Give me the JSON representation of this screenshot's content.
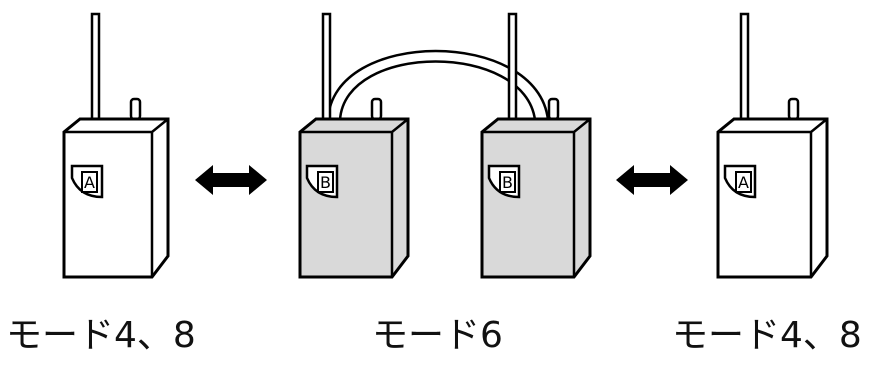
{
  "devices": [
    {
      "id": "device-left-a",
      "letter": "A",
      "color": "#ffffff"
    },
    {
      "id": "device-mid-b1",
      "letter": "B",
      "color": "#d9d9d9"
    },
    {
      "id": "device-mid-b2",
      "letter": "B",
      "color": "#d9d9d9"
    },
    {
      "id": "device-right-a",
      "letter": "A",
      "color": "#ffffff"
    }
  ],
  "labels": {
    "left": "モード4、8",
    "middle": "モード6",
    "right": "モード4、8"
  },
  "icons": {
    "left_arrow": "double-arrow-icon",
    "right_arrow": "double-arrow-icon",
    "link": "cable-arc-icon"
  }
}
